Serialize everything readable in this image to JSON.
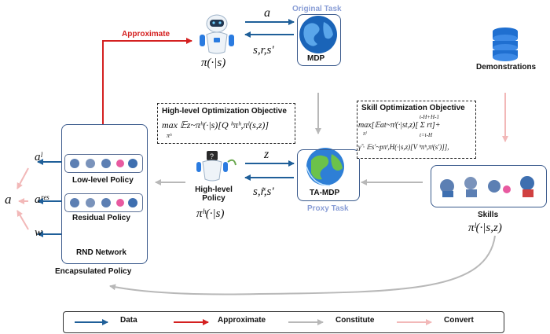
{
  "top": {
    "original_task": "Original Task",
    "mdp": "MDP",
    "action_a": "a",
    "srs": "s,r,s'",
    "approximate": "Approximate",
    "pi_top": "π(·|s)",
    "demonstrations": "Demonstrations"
  },
  "middle": {
    "high_obj_title": "High-level Optimization Objective",
    "high_obj_formula": "max 𝔼z~πʰ(·|s)[Q ʰπʰ,πˡ(s,z)]",
    "high_obj_sub": "πʰ",
    "skill_obj_title": "Skill Optimization Objective",
    "skill_obj_line1": "max[𝔼at~πˡ(·|st,z)[ Σ rt]+",
    "skill_obj_sum_top": "t-H+H-1",
    "skill_obj_sum_bottom": "t=t-H",
    "skill_obj_line2": "γ̃ · 𝔼s'~pπˡ,H(·|s,z)[V ʰπʰ,πˡ(s')]],",
    "skill_obj_sub": "πˡ",
    "high_level_policy": "High-level Policy",
    "pi_high": "πʰ(·|s)",
    "z": "z",
    "srs_tilde": "s,r̃,s'",
    "ta_mdp": "TA-MDP",
    "proxy_task": "Proxy Task",
    "skills": "Skills",
    "pi_low": "πˡ(·|s,z)"
  },
  "left": {
    "low_level_policy": "Low-level Policy",
    "residual_policy": "Residual Policy",
    "rnd_network": "RND Network",
    "encapsulated_policy": "Encapsulated Policy",
    "a_low": "aˡ",
    "a_res": "aʳᵉˢ",
    "a": "a",
    "w": "w"
  },
  "legend": {
    "data": "Data",
    "approximate": "Approximate",
    "constitute": "Constitute",
    "convert": "Convert"
  },
  "colors": {
    "data": "#1f5f99",
    "approximate": "#d42020",
    "constitute": "#b8b8b8",
    "convert": "#f2b8b8",
    "proxy_label": "#8a9ed6",
    "box_border": "#3a5a8c"
  }
}
